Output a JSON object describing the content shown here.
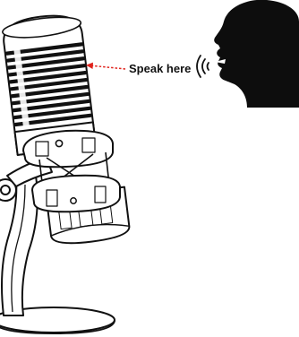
{
  "callout": {
    "label": "Speak here",
    "arrow_color": "#e0231c"
  },
  "colors": {
    "ink": "#111111",
    "silhouette": "#0d0d0d",
    "paper": "#ffffff"
  },
  "figures": {
    "microphone": "condenser-microphone-on-shock-mount-stand",
    "head": "human-head-silhouette-speaking",
    "sound": "sound-wave-arcs"
  }
}
